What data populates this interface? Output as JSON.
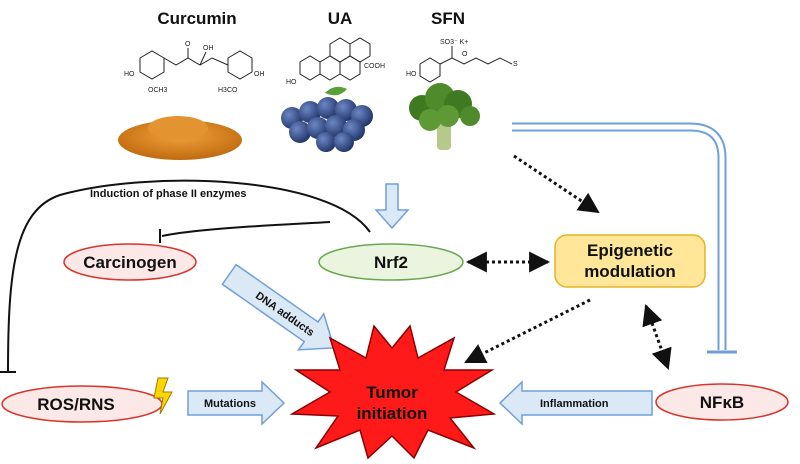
{
  "compounds": {
    "curcumin": "Curcumin",
    "ua": "UA",
    "sfn": "SFN"
  },
  "structure_labels": {
    "curcumin_ho_left": "HO",
    "curcumin_och3": "OCH3",
    "curcumin_o": "O",
    "curcumin_oh": "OH",
    "curcumin_oh_right": "OH",
    "curcumin_h3co": "H3CO",
    "ua_cooh": "COOH",
    "ua_ho": "HO",
    "sfn_so3k": "SO3⁻ K+",
    "sfn_o": "O",
    "sfn_s": "S",
    "sfn_ho": "HO"
  },
  "nodes": {
    "carcinogen": "Carcinogen",
    "nrf2": "Nrf2",
    "epigenetic_line1": "Epigenetic",
    "epigenetic_line2": "modulation",
    "ros_rns": "ROS/RNS",
    "nfkb": "NFκB",
    "tumor_line1": "Tumor",
    "tumor_line2": "initiation"
  },
  "edge_labels": {
    "induction": "Induction of phase II enzymes",
    "dna_adducts": "DNA adducts",
    "mutations": "Mutations",
    "inflammation": "Inflammation"
  },
  "colors": {
    "ellipse_fill": "#fde8e8",
    "ellipse_stroke": "#d9332b",
    "nrf2_fill": "#eaf4df",
    "nrf2_stroke": "#6aa84f",
    "epigenetic_fill": "#ffe699",
    "epigenetic_stroke": "#e6b422",
    "tumor_fill": "#ff1a1a",
    "block_arrow_fill": "#dbe8f6",
    "block_arrow_stroke": "#6f9fd8",
    "turmeric": "#d8821a",
    "blueberry": "#34508f",
    "broccoli": "#4f8a2b",
    "lightning": "#ffd400"
  }
}
